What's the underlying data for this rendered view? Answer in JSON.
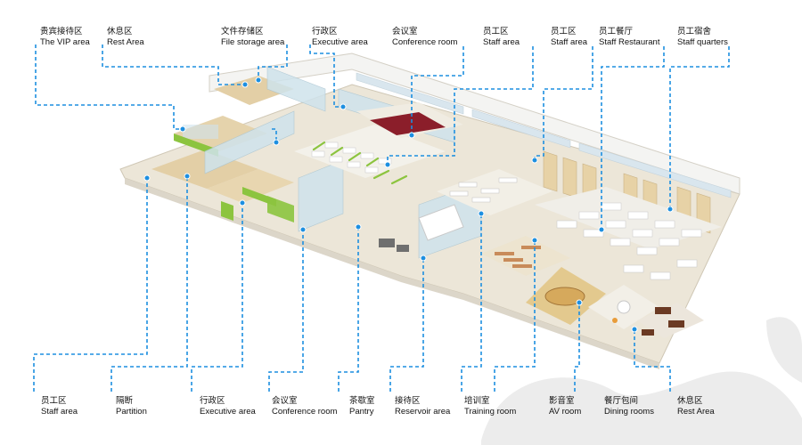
{
  "top_labels": [
    {
      "id": "vip",
      "zh": "贵宾接待区",
      "en": "The VIP area"
    },
    {
      "id": "rest-top",
      "zh": "休息区",
      "en": "Rest Area"
    },
    {
      "id": "file",
      "zh": "文件存储区",
      "en": "File storage area"
    },
    {
      "id": "exec-top",
      "zh": "行政区",
      "en": "Executive area"
    },
    {
      "id": "conf-top",
      "zh": "会议室",
      "en": "Conference room"
    },
    {
      "id": "staff-top-1",
      "zh": "员工区",
      "en": "Staff area"
    },
    {
      "id": "staff-top-2",
      "zh": "员工区",
      "en": "Staff area"
    },
    {
      "id": "restaurant",
      "zh": "员工餐厅",
      "en": "Staff Restaurant"
    },
    {
      "id": "quarters",
      "zh": "员工宿舍",
      "en": "Staff quarters"
    }
  ],
  "bottom_labels": [
    {
      "id": "staff-bottom",
      "zh": "员工区",
      "en": "Staff area"
    },
    {
      "id": "partition",
      "zh": "隔断",
      "en": "Partition"
    },
    {
      "id": "exec-bottom",
      "zh": "行政区",
      "en": "Executive area"
    },
    {
      "id": "conf-bottom",
      "zh": "会议室",
      "en": "Conference room"
    },
    {
      "id": "pantry",
      "zh": "茶歇室",
      "en": "Pantry"
    },
    {
      "id": "reservoir",
      "zh": "接待区",
      "en": "Reservoir area"
    },
    {
      "id": "training",
      "zh": "培训室",
      "en": "Training room"
    },
    {
      "id": "av",
      "zh": "影音室",
      "en": "AV room"
    },
    {
      "id": "dining",
      "zh": "餐厅包间",
      "en": "Dining rooms"
    },
    {
      "id": "rest-bottom",
      "zh": "休息区",
      "en": "Rest Area"
    }
  ],
  "colors": {
    "leader": "#1d8fe0",
    "floor": "#efe9dc",
    "wall": "#f7f7f5",
    "glass": "#cfe3ec",
    "wood": "#e7d2a6",
    "accent_green": "#8cc43f",
    "meeting_table": "#8b1e2a",
    "watermark": "#e9e9e9"
  }
}
